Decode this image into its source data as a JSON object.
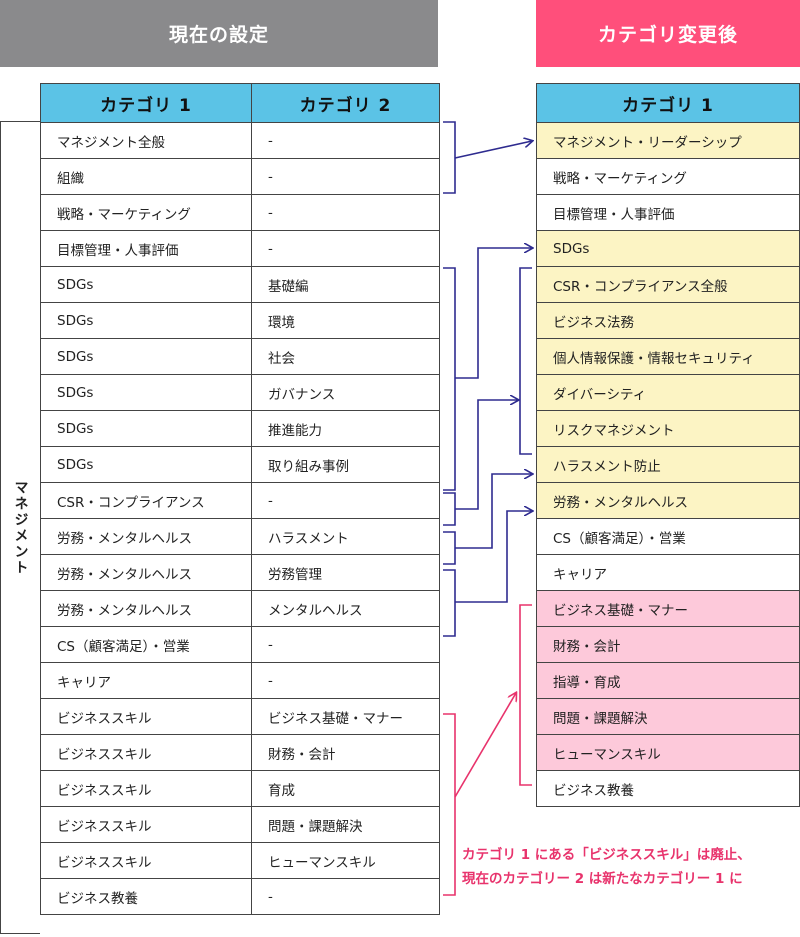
{
  "header": {
    "current_title": "現在の設定",
    "after_title": "カテゴリ変更後"
  },
  "current_table": {
    "group_label": "マネジメント",
    "columns": [
      "カテゴリ 1",
      "カテゴリ 2"
    ],
    "rows": [
      [
        "マネジメント全般",
        "-"
      ],
      [
        "組織",
        "-"
      ],
      [
        "戦略・マーケティング",
        "-"
      ],
      [
        "目標管理・人事評価",
        "-"
      ],
      [
        "SDGs",
        "基礎編"
      ],
      [
        "SDGs",
        "環境"
      ],
      [
        "SDGs",
        "社会"
      ],
      [
        "SDGs",
        "ガバナンス"
      ],
      [
        "SDGs",
        "推進能力"
      ],
      [
        "SDGs",
        "取り組み事例"
      ],
      [
        "CSR・コンプライアンス",
        "-"
      ],
      [
        "労務・メンタルヘルス",
        "ハラスメント"
      ],
      [
        "労務・メンタルヘルス",
        "労務管理"
      ],
      [
        "労務・メンタルヘルス",
        "メンタルヘルス"
      ],
      [
        "CS（顧客満足）・営業",
        "-"
      ],
      [
        "キャリア",
        "-"
      ],
      [
        "ビジネススキル",
        "ビジネス基礎・マナー"
      ],
      [
        "ビジネススキル",
        "財務・会計"
      ],
      [
        "ビジネススキル",
        "育成"
      ],
      [
        "ビジネススキル",
        "問題・課題解決"
      ],
      [
        "ビジネススキル",
        "ヒューマンスキル"
      ],
      [
        "ビジネス教養",
        "-"
      ]
    ]
  },
  "after_table": {
    "column": "カテゴリ 1",
    "rows": [
      "マネジメント・リーダーシップ",
      "戦略・マーケティング",
      "目標管理・人事評価",
      "SDGs",
      "CSR・コンプライアンス全般",
      "ビジネス法務",
      "個人情報保護・情報セキュリティ",
      "ダイバーシティ",
      "リスクマネジメント",
      "ハラスメント防止",
      "労務・メンタルヘルス",
      "CS（顧客満足）・営業",
      "キャリア",
      "ビジネス基礎・マナー",
      "財務・会計",
      "指導・育成",
      "問題・課題解決",
      "ヒューマンスキル",
      "ビジネス教養"
    ],
    "highlight": [
      "yellow",
      "",
      "",
      "yellow",
      "yellow",
      "yellow",
      "yellow",
      "yellow",
      "yellow",
      "yellow",
      "yellow",
      "",
      "",
      "pink",
      "pink",
      "pink",
      "pink",
      "pink",
      ""
    ]
  },
  "note": {
    "line1": "カテゴリ 1 にある「ビジネススキル」は廃止、",
    "line2": "現在のカテゴリー 2 は新たなカテゴリー 1 に"
  },
  "colors": {
    "current_banner": "#8a8a8c",
    "after_banner": "#ff4f7b",
    "table_header": "#5bc3e6",
    "highlight_yellow": "#fcf4c4",
    "highlight_pink": "#fdc9da",
    "arrow_blue": "#2e2b8f",
    "arrow_pink": "#e8336c",
    "note_text": "#e8336c"
  }
}
